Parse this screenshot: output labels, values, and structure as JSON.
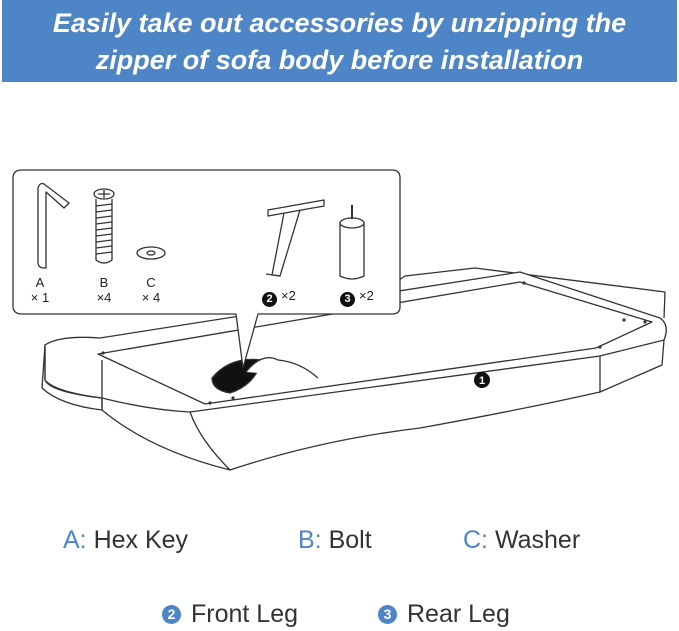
{
  "banner": {
    "line1": "Easily take out accessories by unzipping the",
    "line2": "zipper of sofa body before installation"
  },
  "parts": {
    "a": {
      "letter": "A",
      "qty": "× 1"
    },
    "b": {
      "letter": "B",
      "qty": "×4"
    },
    "c": {
      "letter": "C",
      "qty": "× 4"
    },
    "front_leg": {
      "num": "2",
      "qty": "×2"
    },
    "rear_leg": {
      "num": "3",
      "qty": "×2"
    },
    "sofa": {
      "num": "1"
    }
  },
  "legend": {
    "a_key": "A:",
    "a_name": "Hex Key",
    "b_key": "B:",
    "b_name": "Bolt",
    "c_key": "C:",
    "c_name": "Washer",
    "front_num": "2",
    "front_name": "Front Leg",
    "rear_num": "3",
    "rear_name": "Rear Leg"
  },
  "colors": {
    "accent": "#4d85c6",
    "line": "#333333"
  }
}
